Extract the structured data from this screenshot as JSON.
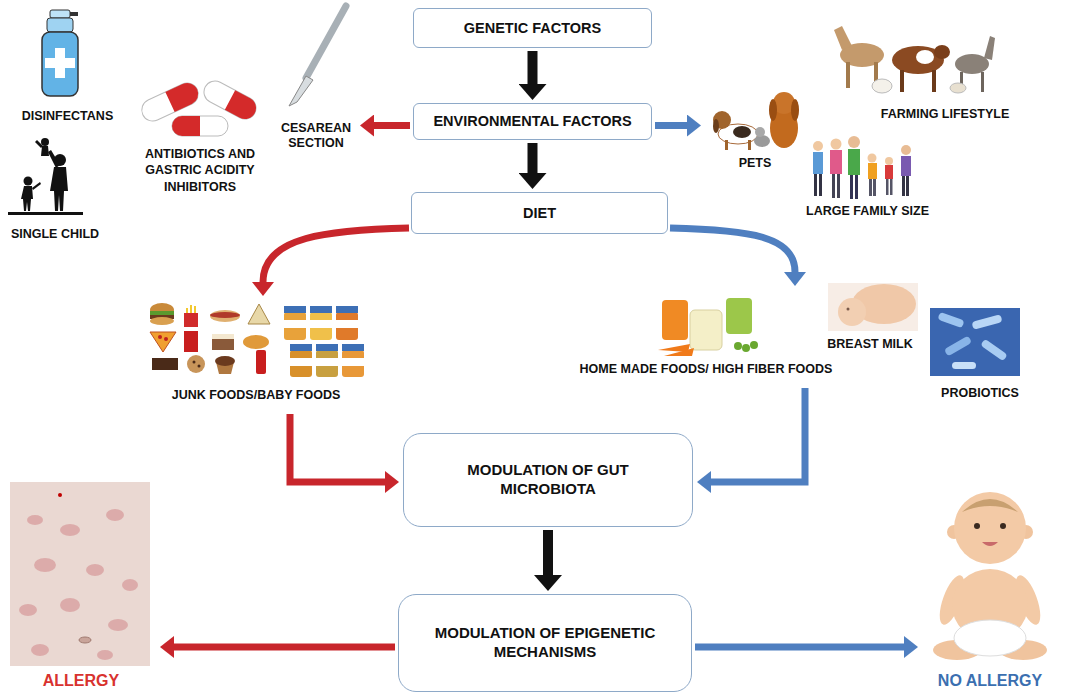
{
  "diagram": {
    "nodes": [
      {
        "text": [
          "GENETIC FACTORS"
        ]
      },
      {
        "text": [
          "ENVIRONMENTAL FACTORS"
        ]
      },
      {
        "text": [
          "CESAREAN SECTION"
        ]
      },
      {
        "text": [
          "PETS"
        ]
      },
      {
        "text": [
          "DIET"
        ]
      },
      {
        "text": [
          "JUNK FOODS/BABY FOODS"
        ]
      },
      {
        "text": [
          "HOME MADE FOODS/ HIGH FIBER FOODS"
        ]
      },
      {
        "text": [
          "MODULATION OF GUT MICROBIOTA"
        ]
      },
      {
        "text": [
          "MODULATION OF EPIGENETIC MECHANISMS"
        ]
      },
      {
        "text": [
          "ALLERGY"
        ]
      },
      {
        "text": [
          "NO ALLERGY"
        ]
      }
    ],
    "edges": [
      {
        "from": 0,
        "to": 1,
        "arrow": "to"
      },
      {
        "from": 1,
        "to": 4,
        "arrow": "to"
      },
      {
        "from": 1,
        "to": 2,
        "arrow": "to"
      },
      {
        "from": 1,
        "to": 3,
        "arrow": "to"
      },
      {
        "from": 4,
        "to": 5,
        "arrow": "to"
      },
      {
        "from": 4,
        "to": 6,
        "arrow": "to"
      },
      {
        "from": 5,
        "to": 7,
        "arrow": "to"
      },
      {
        "from": 6,
        "to": 7,
        "arrow": "to"
      },
      {
        "from": 7,
        "to": 8,
        "arrow": "to"
      },
      {
        "from": 8,
        "to": 9,
        "arrow": "to"
      },
      {
        "from": 8,
        "to": 10,
        "arrow": "to"
      }
    ],
    "labels": [
      "DISINFECTANS",
      "ANTIBIOTICS AND GASTRIC ACIDITY INHIBITORS",
      "SINGLE CHILD",
      "FARMING LIFESTYLE",
      "LARGE FAMILY SIZE",
      "BREAST MILK",
      "PROBIOTICS"
    ]
  }
}
